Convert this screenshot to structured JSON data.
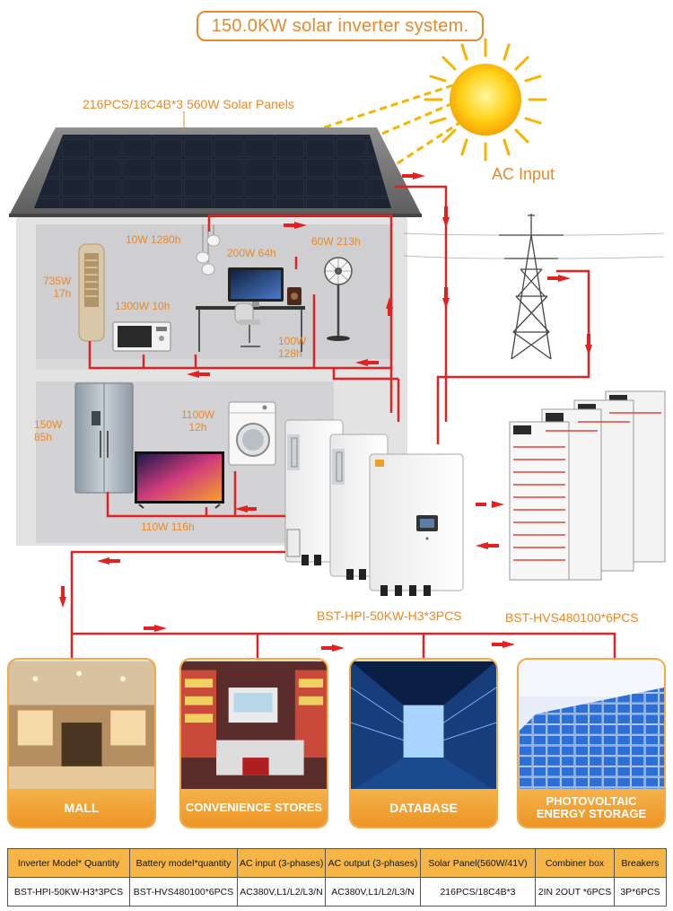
{
  "title": "150.0KW solar inverter system.",
  "labels": {
    "solar_panels": "216PCS/18C4B*3 560W Solar Panels",
    "ac_input": "AC Input",
    "lamp": "10W 1280h",
    "computer": "200W 64h",
    "fan": "60W 213h",
    "ac_unit": "735W\n17h",
    "microwave": "1300W 10h",
    "speaker": "100W\n128h",
    "washer": "1100W\n12h",
    "fridge": "150W\n85h",
    "tv": "110W 116h",
    "inverter": "BST-HPI-50KW-H3*3PCS",
    "battery": "BST-HVS480100*6PCS"
  },
  "scenes": [
    {
      "caption": "MALL"
    },
    {
      "caption": "CONVENIENCE STORES"
    },
    {
      "caption": "DATABASE"
    },
    {
      "caption": "PHOTOVOLTAIC ENERGY STORAGE"
    }
  ],
  "table": {
    "headers": [
      "Inverter Model* Quantity",
      "Battery model*quantity",
      "AC input (3-phases)",
      "AC output (3-phases)",
      "Solar Panel(560W/41V)",
      "Combiner box",
      "Breakers"
    ],
    "row": [
      "BST-HPI-50KW-H3*3PCS",
      "BST-HVS480100*6PCS",
      "AC380V,L1/L2/L3/N",
      "AC380V,L1/L2/L3/N",
      "216PCS/18C4B*3",
      "2IN 2OUT *6PCS",
      "3P*6PCS"
    ]
  },
  "colors": {
    "accent": "#e8892a",
    "flow_line": "#e02222",
    "caption_bg": "#f2a33a"
  }
}
